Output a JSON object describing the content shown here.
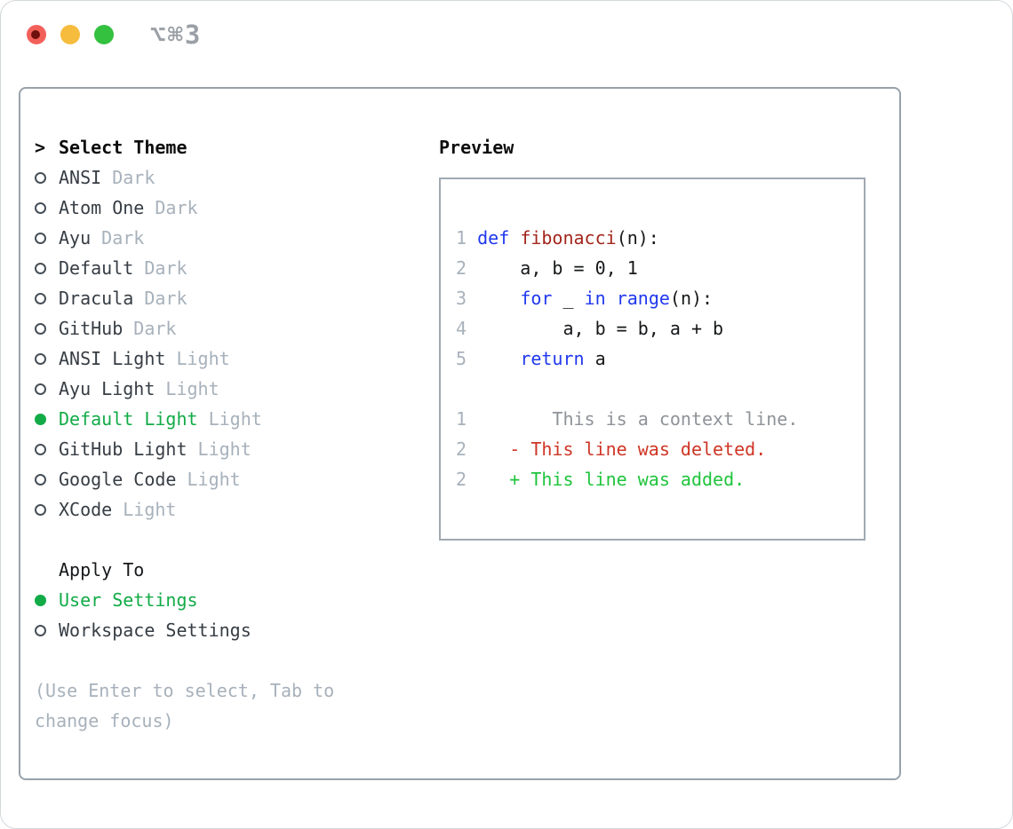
{
  "titlebar": {
    "shortcut_label": "⌥⌘3"
  },
  "theme_panel": {
    "cursor": ">",
    "title": "Select Theme",
    "themes": [
      {
        "name": "ANSI",
        "variant": "Dark",
        "selected": false
      },
      {
        "name": "Atom One",
        "variant": "Dark",
        "selected": false
      },
      {
        "name": "Ayu",
        "variant": "Dark",
        "selected": false
      },
      {
        "name": "Default",
        "variant": "Dark",
        "selected": false
      },
      {
        "name": "Dracula",
        "variant": "Dark",
        "selected": false
      },
      {
        "name": "GitHub",
        "variant": "Dark",
        "selected": false
      },
      {
        "name": "ANSI Light",
        "variant": "Light",
        "selected": false
      },
      {
        "name": "Ayu Light",
        "variant": "Light",
        "selected": false
      },
      {
        "name": "Default Light",
        "variant": "Light",
        "selected": true
      },
      {
        "name": "GitHub Light",
        "variant": "Light",
        "selected": false
      },
      {
        "name": "Google Code",
        "variant": "Light",
        "selected": false
      },
      {
        "name": "XCode",
        "variant": "Light",
        "selected": false
      }
    ],
    "apply_to": {
      "title": "Apply To",
      "options": [
        {
          "name": "User Settings",
          "selected": true
        },
        {
          "name": "Workspace Settings",
          "selected": false
        }
      ]
    },
    "hint_lines": [
      "(Use Enter to select, Tab to",
      "change focus)"
    ]
  },
  "preview": {
    "title": "Preview",
    "code_lines": [
      {
        "num": "1",
        "segments": [
          {
            "t": "def",
            "c": "keyword"
          },
          {
            "t": " ",
            "c": "code"
          },
          {
            "t": "fibonacci",
            "c": "function"
          },
          {
            "t": "(n):",
            "c": "code"
          }
        ]
      },
      {
        "num": "2",
        "segments": [
          {
            "t": "    a, b = 0, 1",
            "c": "code"
          }
        ]
      },
      {
        "num": "3",
        "segments": [
          {
            "t": "    ",
            "c": "code"
          },
          {
            "t": "for",
            "c": "keyword"
          },
          {
            "t": " _ ",
            "c": "code"
          },
          {
            "t": "in",
            "c": "keyword"
          },
          {
            "t": " ",
            "c": "code"
          },
          {
            "t": "range",
            "c": "keyword"
          },
          {
            "t": "(n):",
            "c": "code"
          }
        ]
      },
      {
        "num": "4",
        "segments": [
          {
            "t": "        a, b = b, a + b",
            "c": "code"
          }
        ]
      },
      {
        "num": "5",
        "segments": [
          {
            "t": "    ",
            "c": "code"
          },
          {
            "t": "return",
            "c": "keyword"
          },
          {
            "t": " a",
            "c": "code"
          }
        ]
      }
    ],
    "diff_lines": [
      {
        "num": "1",
        "prefix": "       ",
        "text": "This is a context line.",
        "type": "context"
      },
      {
        "num": "2",
        "prefix": "   - ",
        "text": "This line was deleted.",
        "type": "deleted"
      },
      {
        "num": "2",
        "prefix": "   + ",
        "text": "This line was added.",
        "type": "added"
      }
    ]
  },
  "colors": {
    "selection_green": "#12ab47",
    "keyword_blue": "#2038ee",
    "function_red": "#a3261c",
    "diff_added_green": "#1fc43c",
    "diff_deleted_red": "#ce3524",
    "diff_context_gray": "#8e9399",
    "muted_gray": "#a7b1bb",
    "panel_border_gray": "#98a2ac",
    "traffic_red": "#f3605a",
    "traffic_yellow": "#f6bc3d",
    "traffic_green": "#33c13f"
  }
}
